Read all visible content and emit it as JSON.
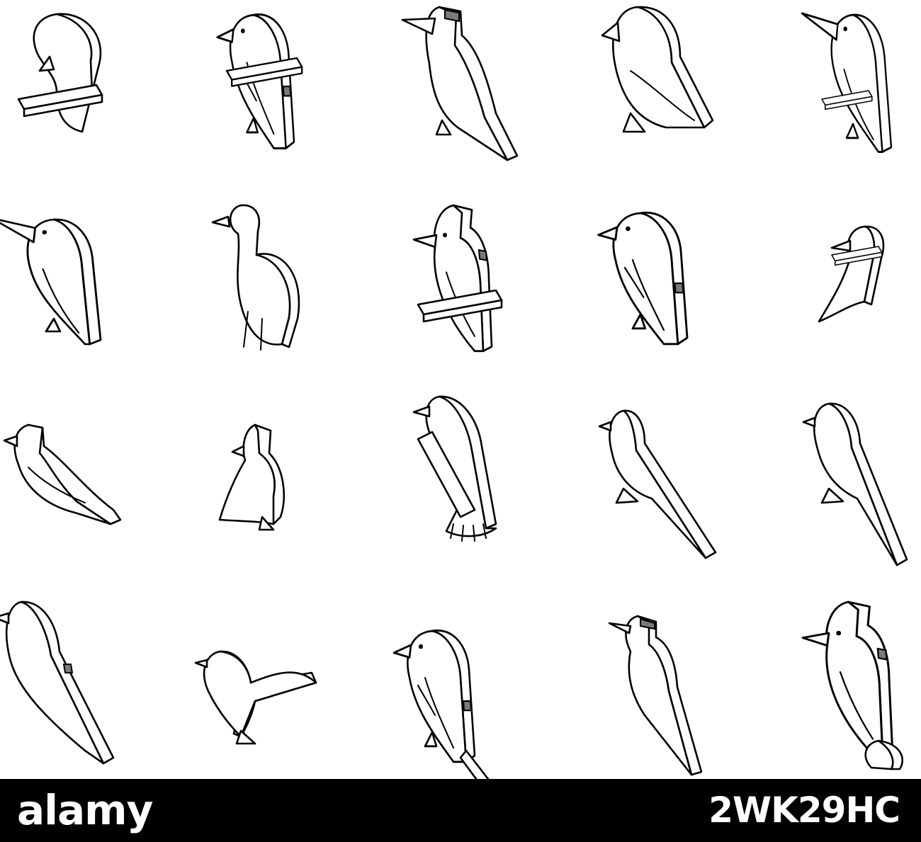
{
  "illustration": {
    "style": "isometric-outline",
    "icons": [
      "cockatoo-icon",
      "parrot-icon",
      "hornbill-icon",
      "puffin-icon",
      "toucan-icon",
      "kingfisher-icon",
      "crowned-crane-icon",
      "hoopoe-icon",
      "woodpecker-icon",
      "hummingbird-icon",
      "waxwing-icon",
      "cardinal-icon",
      "lyrebird-icon",
      "magpie-icon",
      "flycatcher-icon",
      "thrush-icon",
      "sparrow-icon",
      "lovebird-icon",
      "long-tailed-tit-icon",
      "shrike-icon"
    ],
    "stroke_color": "#000000",
    "shade_color": "#7a7a7a",
    "background_color": "#ffffff"
  },
  "footer": {
    "brand": "alamy",
    "image_id": "2WK29HC",
    "background_color": "#000000",
    "text_color": "#ffffff"
  }
}
